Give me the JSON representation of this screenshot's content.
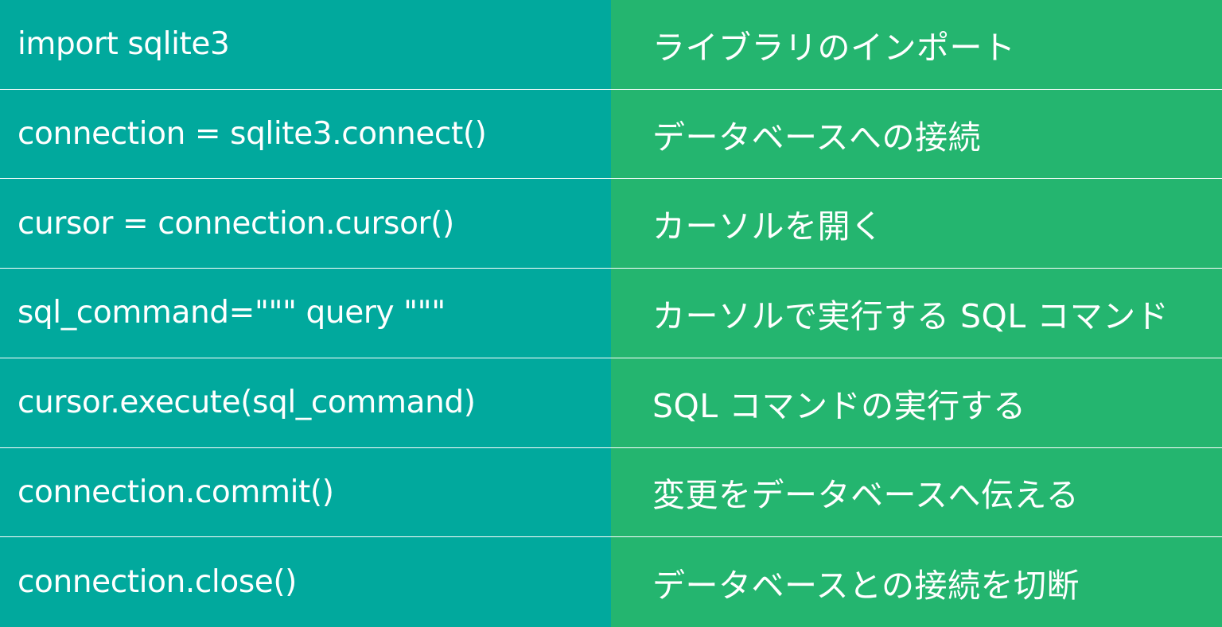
{
  "colors": {
    "left_column_bg": "#01a99d",
    "right_column_bg": "#24b56f",
    "text": "#ffffff"
  },
  "rows": [
    {
      "code": "import sqlite3",
      "description": "ライブラリのインポート"
    },
    {
      "code": "connection = sqlite3.connect()",
      "description": "データベースへの接続"
    },
    {
      "code": "cursor = connection.cursor()",
      "description": "カーソルを開く"
    },
    {
      "code": "sql_command=\"\"\"  query  \"\"\"",
      "description": "カーソルで実行する SQL コマンド"
    },
    {
      "code": "cursor.execute(sql_command)",
      "description": "SQL コマンドの実行する"
    },
    {
      "code": "connection.commit()",
      "description": "変更をデータベースへ伝える"
    },
    {
      "code": "connection.close()",
      "description": "データベースとの接続を切断"
    }
  ]
}
